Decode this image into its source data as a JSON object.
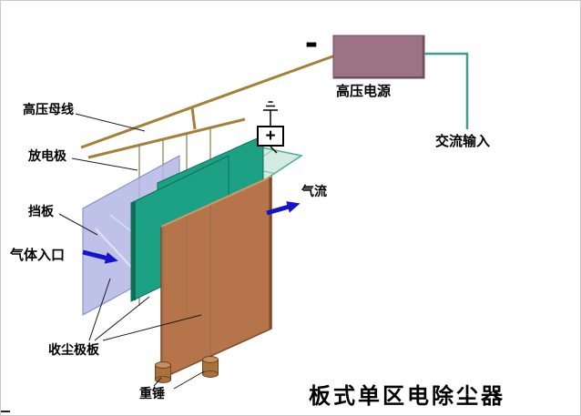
{
  "title": "板式单区电除尘器",
  "power": {
    "minus_sign": "-",
    "plus_sign": "+",
    "supply_label": "高压电源",
    "ac_input_label": "交流输入"
  },
  "labels": {
    "bus_line": "高压母线",
    "discharge_electrode": "放电极",
    "baffle": "挡板",
    "gas_inlet": "气体入口",
    "dust_collection_plate": "收尘极板",
    "weight": "重锤",
    "airflow": "气流"
  },
  "colors": {
    "power_box": "#9d7284",
    "power_box_edge": "#6f4d5d",
    "bus_line": "#a2823a",
    "teal_wire": "#3f9f8f",
    "wire": "#8a7a55",
    "frame_green": "#4fae90",
    "plate_lavender": "#b3b7e4",
    "plate_lavender_edge": "#8289c9",
    "plate_green": "#1ca184",
    "plate_green_dark": "#0c6f58",
    "plate_brown": "#b5744a",
    "plate_brown_edge": "#7e4a26",
    "plate_brown_light": "#d09a6e",
    "arrow_blue": "#1414cd",
    "weight_body": "#a9713d",
    "weight_top": "#c5905c",
    "leader_line": "#1a1a1a"
  }
}
